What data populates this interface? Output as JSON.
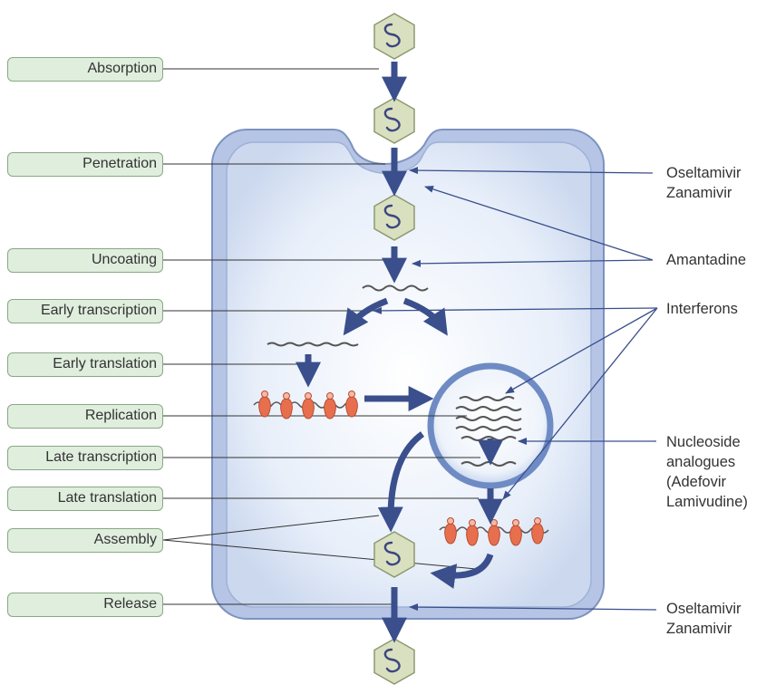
{
  "stages": [
    "Absorption",
    "Penetration",
    "Uncoating",
    "Early transcription",
    "Early translation",
    "Replication",
    "Late transcription",
    "Late translation",
    "Assembly",
    "Release"
  ],
  "drugs": {
    "neuraminidase_top": [
      "Oseltamivir",
      "Zanamivir"
    ],
    "amantadine": "Amantadine",
    "interferons": "Interferons",
    "nucleoside": [
      "Nucleoside",
      "analogues",
      "(Adefovir",
      "Lamivudine)"
    ],
    "neuraminidase_bottom": [
      "Oseltamivir",
      "Zanamivir"
    ]
  },
  "colors": {
    "arrow": "#3a4f8c",
    "cell_fill": "#d9e4f5",
    "cell_border": "#7d93bf",
    "virus_fill": "#d8e0bf",
    "protein": "#e86f4e",
    "stage_fill": "#dfeedd"
  }
}
